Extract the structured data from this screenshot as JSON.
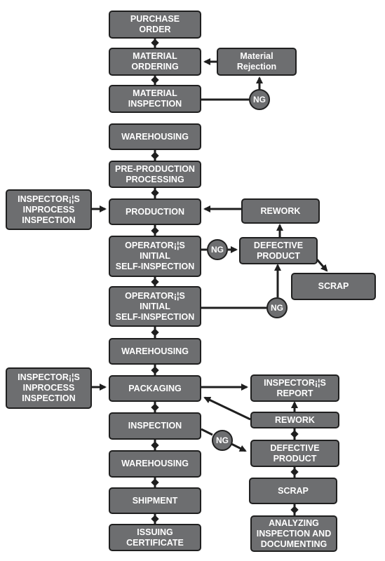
{
  "colors": {
    "box_fill": "#6d6e70",
    "box_border": "#1f1f1f",
    "text": "#ffffff",
    "line": "#1f1f1f"
  },
  "nodes": {
    "purchase_order": "PURCHASE\nORDER",
    "material_ordering": "MATERIAL\nORDERING",
    "material_rejection": "Material\nRejection",
    "material_inspection": "MATERIAL\nINSPECTION",
    "warehousing_1": "WAREHOUSING",
    "pre_production": "PRE-PRODUCTION\nPROCESSING",
    "inspector_inprocess_1": "INSPECTOR¡¦S\nINPROCESS\nINSPECTION",
    "production": "PRODUCTION",
    "rework_1": "REWORK",
    "operator_self_1": "OPERATOR¡¦S\nINITIAL\nSELF-INSPECTION",
    "defective_product_1": "DEFECTIVE\nPRODUCT",
    "scrap_1": "SCRAP",
    "operator_self_2": "OPERATOR¡¦S\nINITIAL\nSELF-INSPECTION",
    "warehousing_2": "WAREHOUSING",
    "inspector_inprocess_2": "INSPECTOR¡¦S\nINPROCESS\nINSPECTION",
    "packaging": "PACKAGING",
    "inspector_report": "INSPECTOR¡¦S\nREPORT",
    "rework_2": "REWORK",
    "inspection": "INSPECTION",
    "defective_product_2": "DEFECTIVE\nPRODUCT",
    "warehousing_3": "WAREHOUSING",
    "scrap_2": "SCRAP",
    "shipment": "SHIPMENT",
    "analyzing": "ANALYZING\nINSPECTION AND\nDOCUMENTING",
    "issuing_certificate": "ISSUING\nCERTIFICATE"
  },
  "decisions": {
    "ng_1": "NG",
    "ng_2": "NG",
    "ng_3": "NG",
    "ng_4": "NG"
  }
}
